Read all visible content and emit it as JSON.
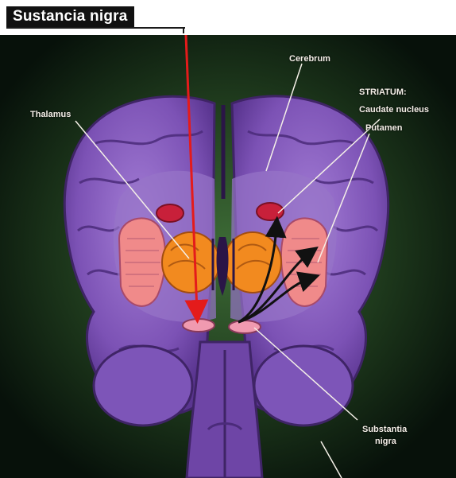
{
  "header": {
    "title_tag": "Sustancia nigra"
  },
  "labels": {
    "cerebrum": "Cerebrum",
    "striatum": "STRIATUM:",
    "caudate": "Caudate nucleus",
    "putamen": "Putamen",
    "thalamus": "Thalamus",
    "substantia_line1": "Substantia",
    "substantia_line2": "nigra"
  },
  "colors": {
    "background_dark": "#0b1a0e",
    "background_glow": "#2f5a2c",
    "brain_purple": "#7b4fb3",
    "brain_light": "#9b72cc",
    "brain_dark": "#3f2466",
    "striatum_pink": "#f08a8a",
    "thalamus_orange": "#f28a1f",
    "nucleus_red": "#c8203a",
    "red_arrow": "#e41b1b",
    "black_arrow": "#111111"
  }
}
